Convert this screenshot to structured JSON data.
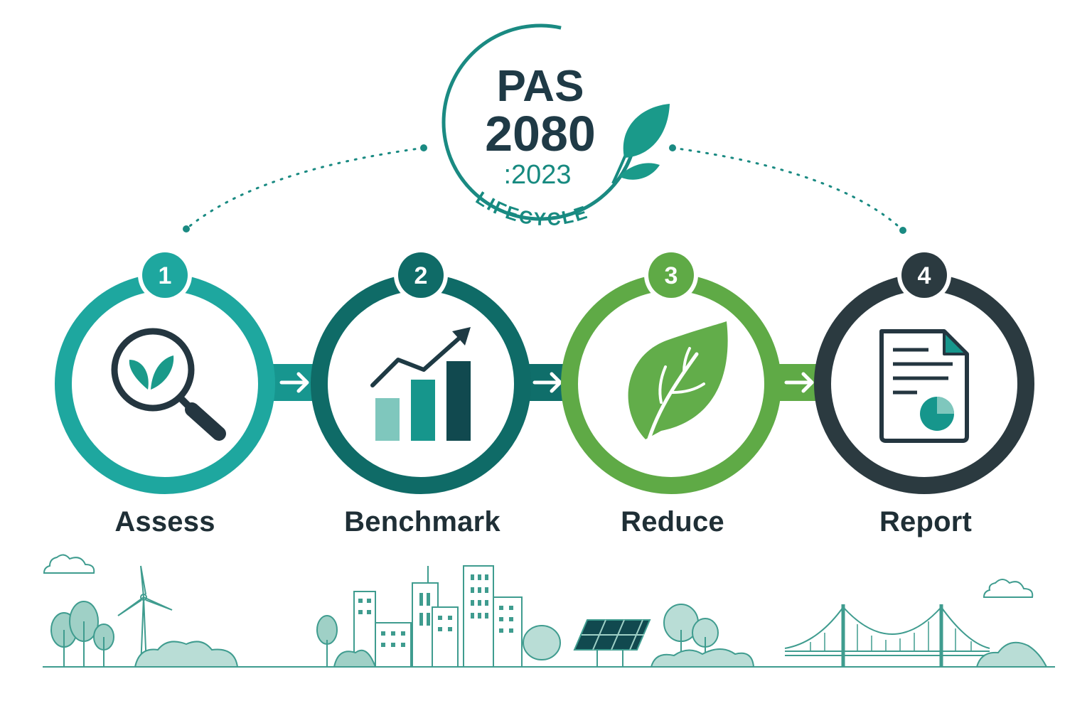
{
  "logo": {
    "line1": "PAS",
    "line2": "2080",
    "line3": ":2023",
    "arc_text": "LIFECYCLE"
  },
  "steps": [
    {
      "number": "1",
      "label": "Assess",
      "color": "#1ea79f",
      "icon": "magnifier-leaf-icon"
    },
    {
      "number": "2",
      "label": "Benchmark",
      "color": "#0f6b67",
      "icon": "bar-chart-trend-icon"
    },
    {
      "number": "3",
      "label": "Reduce",
      "color": "#5faa46",
      "icon": "leaf-icon"
    },
    {
      "number": "4",
      "label": "Report",
      "color": "#2b3a40",
      "icon": "document-pie-icon"
    }
  ],
  "colors": {
    "teal": "#1ea79f",
    "dark_teal": "#0f6b67",
    "green": "#5faa46",
    "charcoal": "#2b3a40",
    "skyline": "#3f9c8f",
    "skyline_fill": "#b9ddd6"
  }
}
